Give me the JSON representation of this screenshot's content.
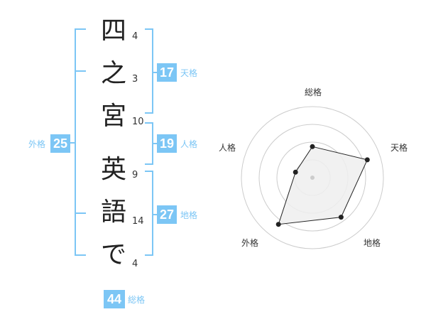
{
  "name_chars": [
    {
      "char": "四",
      "strokes": "4"
    },
    {
      "char": "之",
      "strokes": "3"
    },
    {
      "char": "宮",
      "strokes": "10"
    },
    {
      "char": "英",
      "strokes": "9"
    },
    {
      "char": "語",
      "strokes": "14"
    },
    {
      "char": "で",
      "strokes": "4"
    }
  ],
  "kaku": {
    "tenkaku": {
      "value": "17",
      "label": "天格"
    },
    "jinkaku": {
      "value": "19",
      "label": "人格"
    },
    "chikaku": {
      "value": "27",
      "label": "地格"
    },
    "gaikaku": {
      "value": "25",
      "label": "外格"
    },
    "soukaku": {
      "value": "44",
      "label": "総格"
    }
  },
  "radar": {
    "axes": [
      "総格",
      "天格",
      "地格",
      "外格",
      "人格"
    ],
    "levels": 4,
    "values": [
      1.75,
      3.25,
      2.75,
      3.25,
      1.0
    ],
    "max": 4,
    "line_color": "#222222",
    "fill_color": "#efefef",
    "grid_color": "#cccccc"
  },
  "colors": {
    "accent": "#7cc6f5",
    "badge_bg": "#7cc6f5",
    "label_text": "#7cc6f5"
  }
}
